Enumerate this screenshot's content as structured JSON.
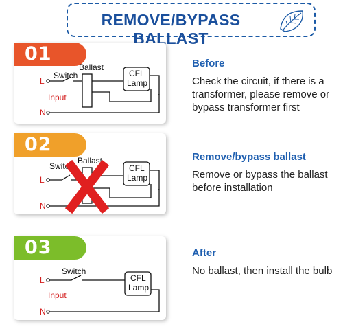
{
  "title": "REMOVE/BYPASS BALLAST",
  "colors": {
    "title_text": "#1a4f9c",
    "title_border": "#1b5aa6",
    "heading": "#1f5fb0",
    "badge_1": "#e8552a",
    "badge_2": "#f0a02a",
    "badge_3": "#7cbd2a",
    "cross": "#e02020",
    "terminal_label": "#d42020"
  },
  "steps": [
    {
      "number": "01",
      "heading": "Before",
      "description": "Check the circuit, if there is a transformer, please remove or bypass transformer first",
      "diagram": {
        "l": "L",
        "n": "N",
        "switch": "Switch",
        "input": "Input",
        "ballast": "Ballast",
        "lamp_line1": "CFL",
        "lamp_line2": "Lamp"
      }
    },
    {
      "number": "02",
      "heading": "Remove/bypass ballast",
      "description": "Remove or bypass the ballast before installation",
      "diagram": {
        "l": "L",
        "n": "N",
        "switch": "Switch",
        "ballast": "Ballast",
        "lamp_line1": "CFL",
        "lamp_line2": "Lamp"
      }
    },
    {
      "number": "03",
      "heading": "After",
      "description": "No ballast, then install the bulb",
      "diagram": {
        "l": "L",
        "n": "N",
        "switch": "Switch",
        "input": "Input",
        "lamp_line1": "CFL",
        "lamp_line2": "Lamp"
      }
    }
  ]
}
